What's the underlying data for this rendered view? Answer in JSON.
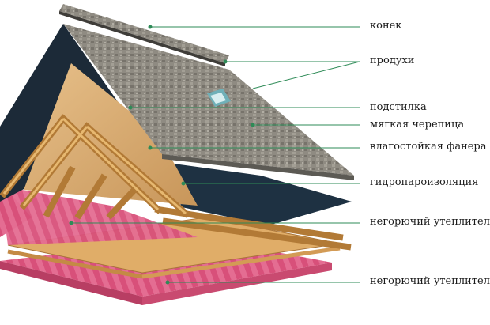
{
  "labels": {
    "ridge": "конек",
    "vents": "продухи",
    "underlay": "подстилка",
    "soft_tile": "мягкая черепица",
    "plywood": "влагостойкая фанера",
    "membrane": "гидропароизоляция",
    "insulation_top": "негорючий утеплитель",
    "insulation_bottom": "негорючий утеплитель"
  },
  "colors": {
    "leader_line": "#2e8b57",
    "shingle": "#8e8a80",
    "dark_panel": "#1c2a38",
    "wood": "#d9a55c",
    "insulation": "#d9537a"
  }
}
